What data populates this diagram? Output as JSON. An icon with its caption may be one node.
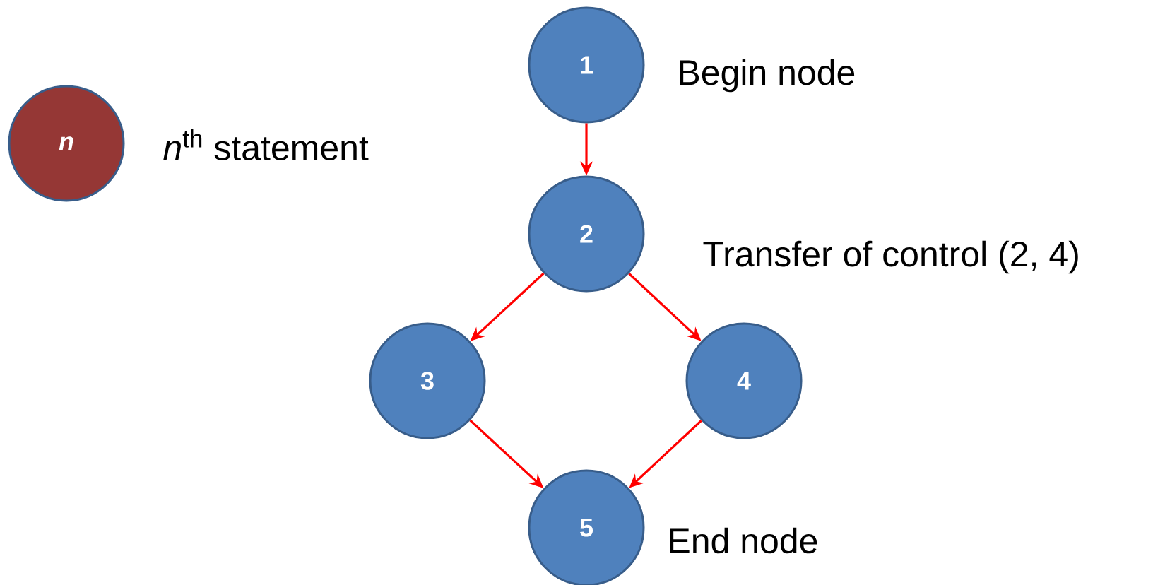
{
  "diagram": {
    "nodes": [
      {
        "text": [
          "n"
        ],
        "beside": [
          "*n*$^{th}$ statement"
        ]
      },
      {
        "text": [
          "1"
        ],
        "beside": [
          "Begin node"
        ]
      },
      {
        "text": [
          "2"
        ]
      },
      {
        "text": [
          "3"
        ]
      },
      {
        "text": [
          "4"
        ]
      },
      {
        "text": [
          "5"
        ],
        "beside": [
          "End node"
        ]
      }
    ],
    "edges": [
      {
        "from": 1,
        "to": 2,
        "arrow": "to"
      },
      {
        "from": 2,
        "to": 3,
        "arrow": "to"
      },
      {
        "from": 2,
        "to": 4,
        "arrow": "to"
      },
      {
        "from": 3,
        "to": 5,
        "arrow": "to"
      },
      {
        "from": 4,
        "to": 5,
        "arrow": "to"
      }
    ],
    "labels": [
      "Transfer of control (2, 4)"
    ]
  }
}
